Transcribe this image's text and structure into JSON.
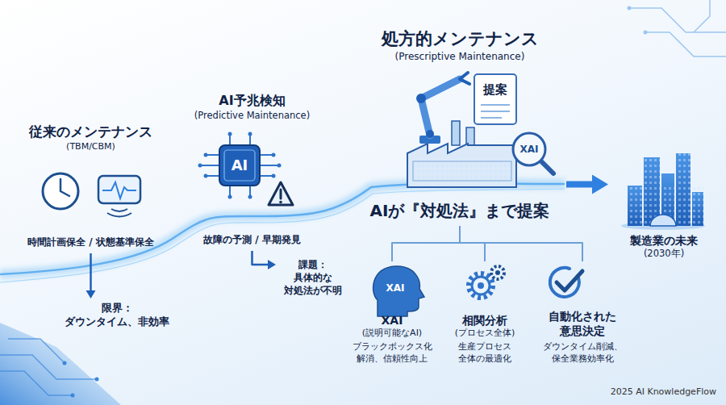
{
  "diagram": {
    "nodes": [
      {
        "text": [
          "従来のメンテナンス",
          "(TBM/CBM)",
          "時間計画保全 / 状態基準保全"
        ]
      },
      {
        "text": [
          "限界： ダウンタイム、非効率"
        ]
      },
      {
        "text": [
          "AI予兆検知",
          "(Predictive Maintenance)",
          "故障の予測 / 早期発見"
        ]
      },
      {
        "text": [
          "課題： 具体的な 対処法が不明"
        ]
      },
      {
        "text": [
          "処方的メンテナンス",
          "(Prescriptive Maintenance)",
          "AIが『対処法』まで提案"
        ]
      },
      {
        "text": [
          "製造業の未来",
          "(2030年)"
        ]
      },
      {
        "text": [
          "XAI",
          "(説明可能なAI)",
          "ブラックボックス化 解消、信頼性向上"
        ]
      },
      {
        "text": [
          "相関分析",
          "(プロセス全体)",
          "生産プロセス 全体の最適化"
        ]
      },
      {
        "text": [
          "自動化された 意思決定",
          "ダウンタイム削減、 保全業務効率化"
        ]
      }
    ],
    "edges": [
      {
        "from": 0,
        "to": 1,
        "arrow": "to"
      },
      {
        "from": 2,
        "to": 3,
        "arrow": "to"
      },
      {
        "from": 4,
        "to": 5,
        "arrow": "to"
      },
      {
        "from": 4,
        "to": 6,
        "arrow": "none"
      },
      {
        "from": 4,
        "to": 7,
        "arrow": "none"
      },
      {
        "from": 4,
        "to": 8,
        "arrow": "none"
      }
    ],
    "labels": [
      "AI",
      "提案",
      "XAI",
      "XAI",
      "2025 AI KnowledgeFlow"
    ]
  }
}
